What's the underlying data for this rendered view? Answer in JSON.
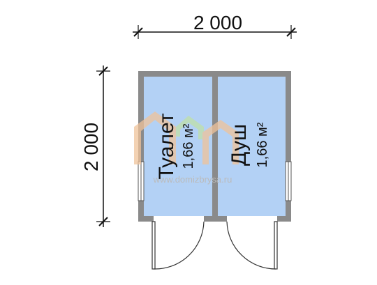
{
  "dimensions": {
    "width_label": "2 000",
    "height_label": "2 000"
  },
  "rooms": [
    {
      "name": "Туалет",
      "area": "1,66 м²"
    },
    {
      "name": "Душ",
      "area": "1,66 м²"
    }
  ],
  "watermark": {
    "text": "www.domizbrysa.ru"
  },
  "colors": {
    "wall": "#8a8a8a",
    "room_fill": "#b3d1f5",
    "watermark_orange": "#f0c39a",
    "watermark_green": "#bfe0a8"
  }
}
